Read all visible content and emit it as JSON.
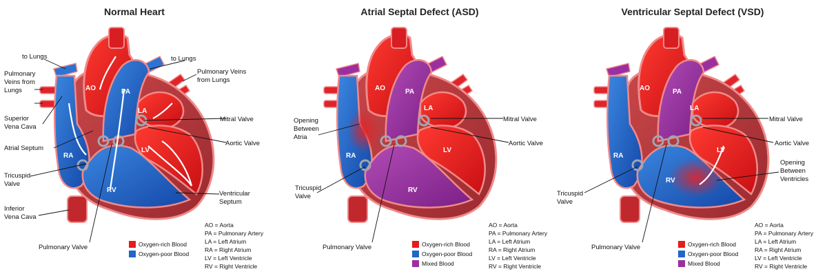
{
  "colors": {
    "oxygen_rich": "#e41c1c",
    "oxygen_poor": "#2166c9",
    "mixed": "#9b2fa0",
    "muscle": "#b7373c",
    "outline": "#f08a8a"
  },
  "panels": [
    {
      "title": "Normal Heart",
      "heart_labels": {
        "ao": "AO",
        "pa": "PA",
        "la": "LA",
        "lv": "LV",
        "ra": "RA",
        "rv": "RV"
      },
      "callouts": {
        "to_lungs_left": "to Lungs",
        "to_lungs_right": "to Lungs",
        "pulm_veins_left_1": "Pulmonary",
        "pulm_veins_left_2": "Veins from",
        "pulm_veins_left_3": "Lungs",
        "pulm_veins_right_1": "Pulmonary Veins",
        "pulm_veins_right_2": "from Lungs",
        "svc_1": "Superior",
        "svc_2": "Vena Cava",
        "mitral": "Mitral Valve",
        "atrial_septum": "Atrial Septum",
        "aortic": "Aortic Valve",
        "tricuspid_1": "Tricuspid",
        "tricuspid_2": "Valve",
        "vent_septum_1": "Ventricular",
        "vent_septum_2": "Septum",
        "ivc_1": "Inferior",
        "ivc_2": "Vena Cava",
        "pulm_valve": "Pulmonary Valve"
      },
      "legend": [
        {
          "label": "Oxygen-rich Blood",
          "color": "#e41c1c"
        },
        {
          "label": "Oxygen-poor Blood",
          "color": "#2166c9"
        }
      ],
      "abbreviations": [
        "AO = Aorta",
        "PA = Pulmonary Artery",
        "LA = Left Atrium",
        "RA = Right Atrium",
        "LV = Left Ventricle",
        "RV = Right Ventricle"
      ]
    },
    {
      "title": "Atrial Septal Defect (ASD)",
      "heart_labels": {
        "ao": "AO",
        "pa": "PA",
        "la": "LA",
        "lv": "LV",
        "ra": "RA",
        "rv": "RV"
      },
      "callouts": {
        "opening_1": "Opening",
        "opening_2": "Between",
        "opening_3": "Atria",
        "mitral": "Mitral Valve",
        "aortic": "Aortic Valve",
        "tricuspid_1": "Tricuspid",
        "tricuspid_2": "Valve",
        "pulm_valve": "Pulmonary Valve"
      },
      "legend": [
        {
          "label": "Oxygen-rich Blood",
          "color": "#e41c1c"
        },
        {
          "label": "Oxygen-poor Blood",
          "color": "#2166c9"
        },
        {
          "label": "Mixed Blood",
          "color": "#9b2fa0"
        }
      ],
      "abbreviations": [
        "AO = Aorta",
        "PA = Pulmonary Artery",
        "LA = Left Atrium",
        "RA = Right Atrium",
        "LV = Left Ventricle",
        "RV = Right Ventricle"
      ]
    },
    {
      "title": "Ventricular Septal Defect (VSD)",
      "heart_labels": {
        "ao": "AO",
        "pa": "PA",
        "la": "LA",
        "lv": "LV",
        "ra": "RA",
        "rv": "RV"
      },
      "callouts": {
        "mitral": "Mitral Valve",
        "aortic": "Aortic Valve",
        "opening_1": "Opening",
        "opening_2": "Between",
        "opening_3": "Ventricles",
        "tricuspid_1": "Tricuspid",
        "tricuspid_2": "Valve",
        "pulm_valve": "Pulmonary Valve"
      },
      "legend": [
        {
          "label": "Oxygen-rich Blood",
          "color": "#e41c1c"
        },
        {
          "label": "Oxygen-poor Blood",
          "color": "#2166c9"
        },
        {
          "label": "Mixed Blood",
          "color": "#9b2fa0"
        }
      ],
      "abbreviations": [
        "AO = Aorta",
        "PA = Pulmonary Artery",
        "LA = Left Atrium",
        "RA = Right Atrium",
        "LV = Left Ventricle",
        "RV = Right Ventricle"
      ]
    }
  ]
}
